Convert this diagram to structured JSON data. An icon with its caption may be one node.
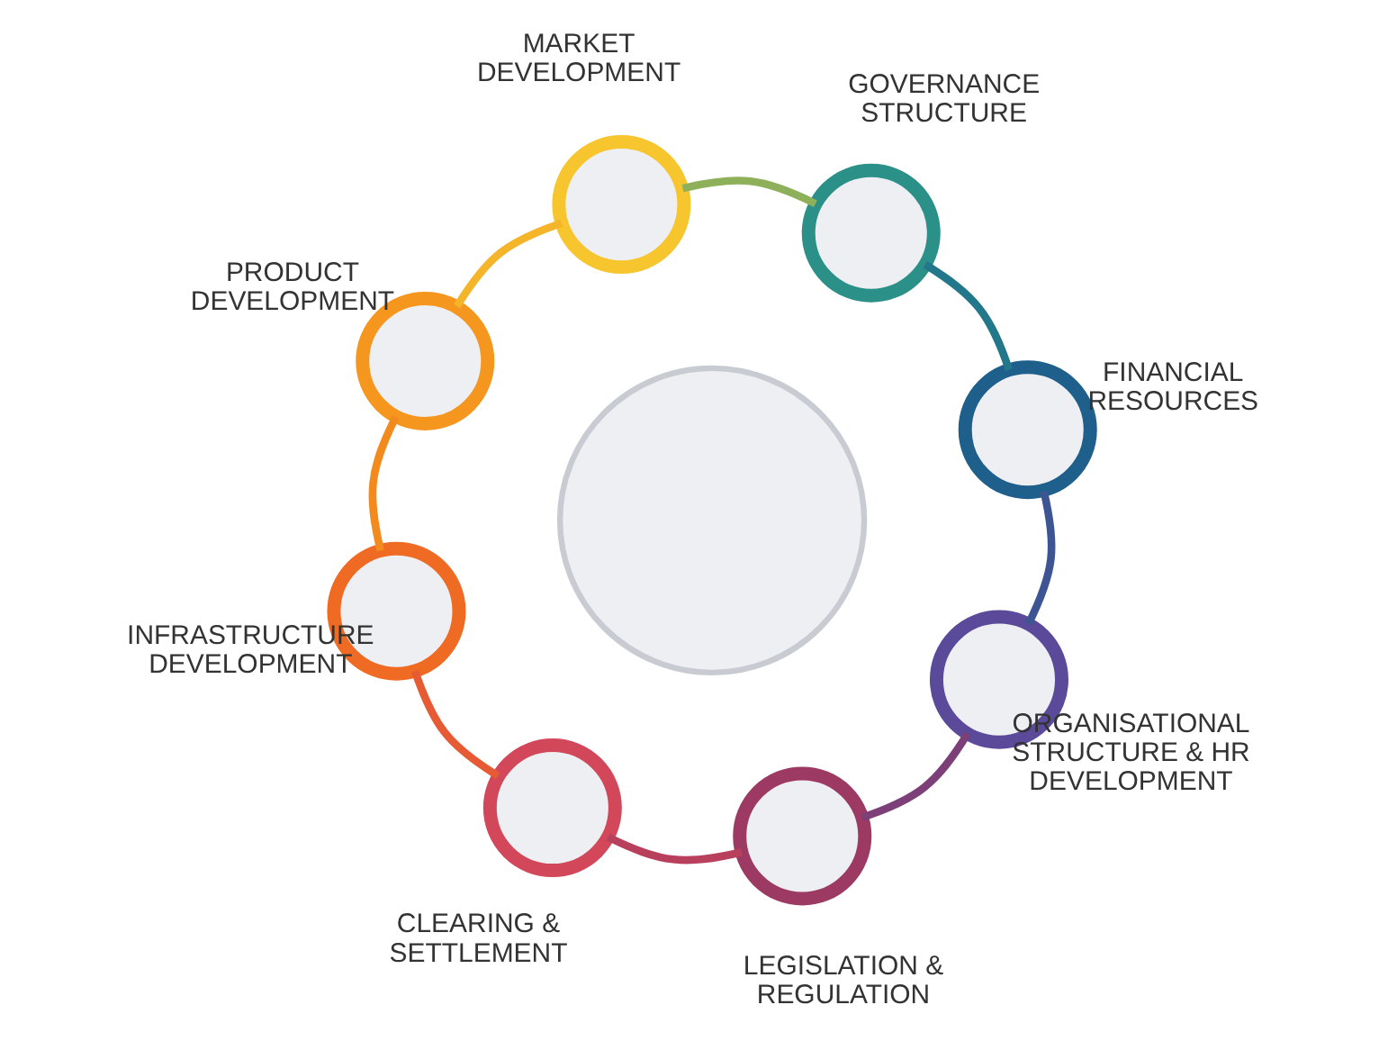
{
  "diagram": {
    "nodes": [
      {
        "text": [],
        "shape": "circle",
        "beside": [
          "MARKET DEVELOPMENT"
        ]
      },
      {
        "text": [],
        "shape": "circle",
        "beside": [
          "PRODUCT DEVELOPMENT"
        ]
      },
      {
        "text": [],
        "shape": "circle",
        "beside": [
          "INFRASTRUCTURE DEVELOPMENT"
        ]
      },
      {
        "text": [],
        "shape": "circle",
        "beside": [
          "CLEARING & SETTLEMENT"
        ]
      },
      {
        "text": [],
        "shape": "circle",
        "beside": [
          "LEGISLATION & REGULATION"
        ]
      },
      {
        "text": [],
        "shape": "circle",
        "beside": [
          "ORGANISATIONAL STRUCTURE & HR DEVELOPMENT"
        ]
      },
      {
        "text": [],
        "shape": "circle",
        "beside": [
          "FINANCIAL RESOURCES"
        ]
      },
      {
        "text": [],
        "shape": "circle",
        "beside": [
          "GOVERNANCE STRUCTURE"
        ]
      },
      {
        "text": [],
        "shape": "circle"
      }
    ],
    "edges": [
      {
        "from": 0,
        "to": 1,
        "arrow": "none",
        "color": "#f5b52a"
      },
      {
        "from": 1,
        "to": 2,
        "arrow": "none",
        "color": "#f28a1e"
      },
      {
        "from": 2,
        "to": 3,
        "arrow": "none",
        "color": "#e65a34"
      },
      {
        "from": 3,
        "to": 4,
        "arrow": "none",
        "color": "#b8405c"
      },
      {
        "from": 4,
        "to": 5,
        "arrow": "none",
        "color": "#7d3f78"
      },
      {
        "from": 5,
        "to": 6,
        "arrow": "none",
        "color": "#3d5592"
      },
      {
        "from": 6,
        "to": 7,
        "arrow": "none",
        "color": "#22778a"
      },
      {
        "from": 7,
        "to": 0,
        "arrow": "none",
        "color": "#8fb05a"
      }
    ]
  }
}
